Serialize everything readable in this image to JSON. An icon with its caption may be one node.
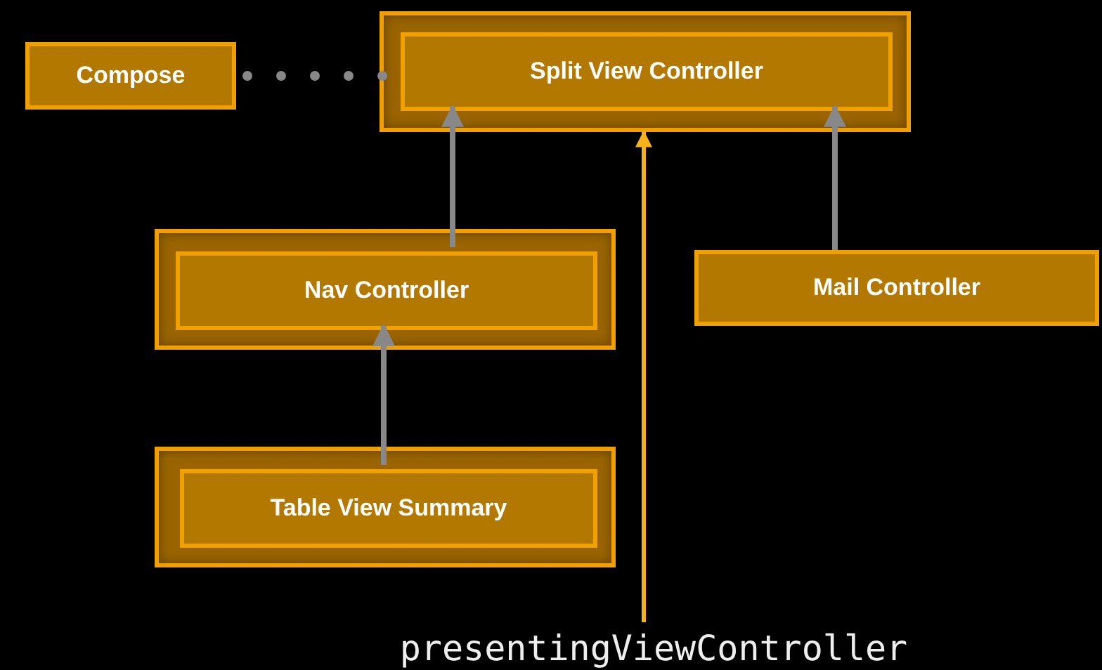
{
  "diagram": {
    "nodes": [
      {
        "text": [
          "Compose"
        ]
      },
      {
        "text": [],
        "shape": "box"
      },
      {
        "text": [
          "Split View Controller"
        ],
        "in": 1
      },
      {
        "text": [],
        "shape": "box"
      },
      {
        "text": [
          "Nav Controller"
        ],
        "in": 3
      },
      {
        "text": [
          "Mail Controller"
        ]
      },
      {
        "text": [],
        "shape": "box"
      },
      {
        "text": [
          "Table View Summary"
        ],
        "in": 6
      },
      {
        "text": [
          "presentingViewController"
        ]
      }
    ],
    "edges": [
      {
        "from": 0,
        "to": 2,
        "arrow": "none",
        "style": "dashed"
      },
      {
        "from": 4,
        "to": 2,
        "arrow": "to"
      },
      {
        "from": 5,
        "to": 2,
        "arrow": "to"
      },
      {
        "from": 7,
        "to": 4,
        "arrow": "to"
      },
      {
        "from": 8,
        "to": 1,
        "arrow": "to",
        "color": "#f5b21a"
      }
    ]
  }
}
